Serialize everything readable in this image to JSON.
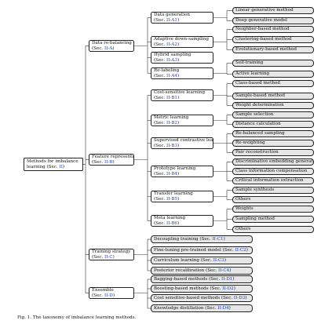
{
  "caption": "Fig. 1.   The taxonomy of imbalance learning methods.",
  "root": {
    "line1": "Methods for imbalance",
    "line2": "learning (Sec. ",
    "ref": "II",
    "tail": ")"
  },
  "cat_prefix": "(Sec. ",
  "cat_suffix": ")",
  "inline_prefix": " (Sec. ",
  "categories": [
    {
      "label": "Data re-balancing",
      "ref": "II-A",
      "subs": [
        {
          "label": "Data generation",
          "ref": "II-A1",
          "leaves": [
            "Linear generative method",
            "Deep generative model"
          ]
        },
        {
          "label": "Adaptive down-sampling",
          "ref": "II-A2",
          "leaves": [
            "Neighbor-based method",
            "Clustering-based method",
            "Evolutionary-based method"
          ]
        },
        {
          "label": "Hybrid sampling",
          "ref": "II-A3",
          "leaves": []
        },
        {
          "label": "Re-labeling",
          "ref": "II-A4",
          "leaves": [
            "Self-training",
            "Active learning"
          ]
        }
      ]
    },
    {
      "label": "Feature representation",
      "ref": "II-B",
      "subs": [
        {
          "label": "Cost-sensitive learning",
          "ref": "II-B1",
          "leaves": [
            "Class-based method",
            "Sample-based method",
            "Weight determination"
          ]
        },
        {
          "label": "Metric learning",
          "ref": "II-B2",
          "leaves": [
            "Sample selection",
            "Distance calculation"
          ]
        },
        {
          "label": "Supervised contrastive learning",
          "ref": "II-B3",
          "leaves": [
            "Re-balanced sampling",
            "Re-weighting",
            "Pair reconstruction"
          ]
        },
        {
          "label": "Prototype learning",
          "ref": "II-B4",
          "leaves": [
            "Discriminative embedding generation",
            "Class information compensation",
            "Critical information extraction"
          ]
        },
        {
          "label": "Transfer learning",
          "ref": "II-B5",
          "leaves": [
            "Sample synthesis",
            "Others"
          ]
        },
        {
          "label": "Meta learning",
          "ref": "II-B6",
          "leaves": [
            "Weights",
            "Sampling method",
            "Others"
          ]
        }
      ]
    },
    {
      "label": "Training strategy",
      "ref": "II-C",
      "items": [
        {
          "label": "Decoupling training",
          "ref": "II-C1"
        },
        {
          "label": "Fine-tuning pre-trained model",
          "ref": "II-C2"
        },
        {
          "label": "Curriculum learning",
          "ref": "II-C3"
        },
        {
          "label": "Posterior recalibration",
          "ref": "II-C4"
        }
      ]
    },
    {
      "label": "Ensemble",
      "ref": "II-D",
      "items": [
        {
          "label": "Bagging-based methods",
          "ref": "II-D1"
        },
        {
          "label": "Boosting-based methods",
          "ref": "II-D2"
        },
        {
          "label": "Cost sensitive-based methods",
          "ref": "II-D3"
        },
        {
          "label": "Knowledge distillation",
          "ref": "II-D4"
        }
      ]
    }
  ],
  "colors": {
    "ref": "#1f3fbf",
    "line": "#333333",
    "leaf_fill": "#e6e6e6",
    "box_border": "#222222"
  }
}
